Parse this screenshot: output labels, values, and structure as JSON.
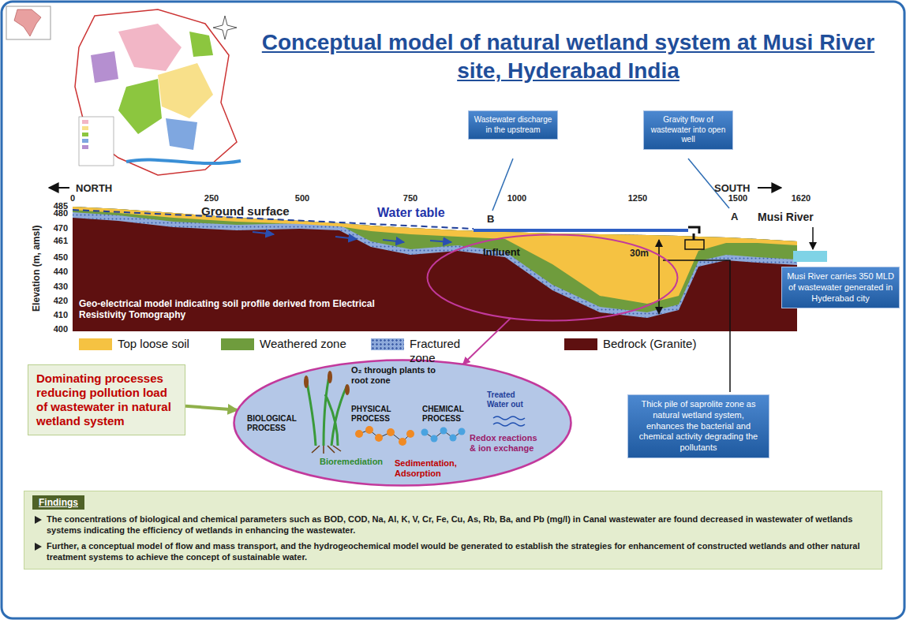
{
  "diagram": {
    "title": "Conceptual model of natural wetland system at Musi River site, Hyderabad India",
    "nodes": [
      {
        "text": [
          "Wastewater discharge in the upstream"
        ]
      },
      {
        "text": [
          "Gravity flow of wastewater into open well"
        ]
      },
      {
        "text": [
          "Influent"
        ]
      },
      {
        "text": [
          "Musi River carries 350 MLD of wastewater generated in Hyderabad city"
        ]
      },
      {
        "text": [
          "Dominating processes reducing pollution load of wastewater in natural wetland system"
        ]
      },
      {
        "text": [
          "O₂ through plants to root zone",
          "BIOLOGICAL PROCESS",
          "PHYSICAL PROCESS",
          "CHEMICAL PROCESS",
          "Treated Water out",
          "Bioremediation",
          "Sedimentation, Adsorption",
          "Redox reactions & ion exchange"
        ]
      },
      {
        "text": [
          "Thick pile of saprolite zone as natural wetland system, enhances the bacterial and chemical activity degrading the pollutants"
        ]
      },
      {
        "text": [
          "Findings",
          "The concentrations of biological and chemical parameters such as BOD, COD, Na, Al, K, V, Cr, Fe, Cu, As, Rb, Ba, and Pb (mg/l) in Canal wastewater are found decreased in wastewater of wetlands systems indicating the efficiency of wetlands in enhancing the wastewater.",
          "Further, a conceptual model of flow and mass transport, and the hydrogeochemical model would be generated to establish the strategies for enhancement of constructed wetlands and other natural treatment systems to achieve the concept of sustainable water."
        ]
      }
    ],
    "edges": [
      {
        "from": 2,
        "to": 5,
        "arrow": "to"
      },
      {
        "from": 4,
        "to": 5,
        "arrow": "to"
      }
    ],
    "labels": [
      "NORTH",
      "SOUTH",
      "0",
      "250",
      "500",
      "750",
      "1000",
      "1250",
      "1500",
      "1620",
      "485",
      "480",
      "470",
      "461",
      "450",
      "440",
      "430",
      "420",
      "410",
      "400",
      "Elevation (m, amsl)",
      "Ground surface",
      "Water table",
      "B",
      "A",
      "Musi River",
      "30m",
      "Geo-electrical model indicating soil profile derived from Electrical Resistivity Tomography"
    ],
    "legend": [
      {
        "text": "Top loose soil",
        "color": "#f5c242"
      },
      {
        "text": "Weathered zone",
        "color": "#6f9c3d"
      },
      {
        "text": "Fractured zone",
        "color": "#8eaadb"
      },
      {
        "text": "Bedrock (Granite)",
        "color": "#5e1010"
      }
    ]
  }
}
